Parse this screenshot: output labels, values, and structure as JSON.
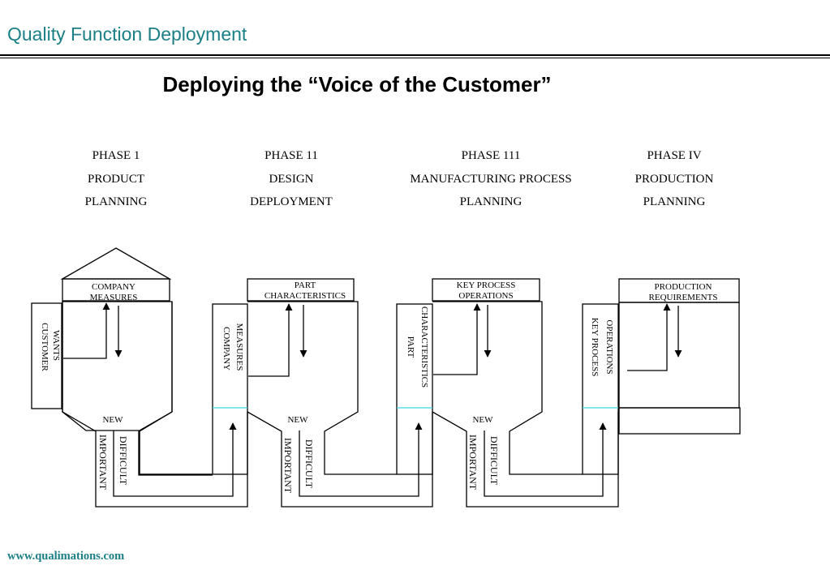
{
  "header": {
    "title": "Quality Function Deployment"
  },
  "heading": "Deploying the “Voice of the Customer”",
  "phases": [
    {
      "lines": [
        "PHASE 1",
        "PRODUCT",
        "PLANNING"
      ]
    },
    {
      "lines": [
        "PHASE 11",
        "DESIGN",
        "DEPLOYMENT"
      ]
    },
    {
      "lines": [
        "PHASE 111",
        "MANUFACTURING PROCESS",
        "PLANNING"
      ]
    },
    {
      "lines": [
        "PHASE IV",
        "PRODUCTION",
        "PLANNING"
      ]
    }
  ],
  "diagram": {
    "p1": {
      "top": [
        "COMPANY",
        "MEASURES"
      ],
      "side": [
        "CUSTOMER",
        "WANTS"
      ],
      "bottom": "NEW",
      "v1": "IMPORTANT",
      "v2": "DIFFICULT"
    },
    "p2": {
      "top": [
        "PART",
        "CHARACTERISTICS"
      ],
      "side": [
        "COMPANY",
        "MEASURES"
      ],
      "bottom": "NEW",
      "v1": "IMPORTANT",
      "v2": "DIFFICULT"
    },
    "p3": {
      "top": [
        "KEY PROCESS",
        "OPERATIONS"
      ],
      "side": [
        "PART",
        "CHARACTERISTICS"
      ],
      "bottom": "NEW",
      "v1": "IMPORTANT",
      "v2": "DIFFICULT"
    },
    "p4": {
      "top": [
        "PRODUCTION",
        "REQUIREMENTS"
      ],
      "side": [
        "KEY PROCESS",
        "OPERATIONS"
      ]
    }
  },
  "footer": "www.qualimations.com",
  "colors": {
    "accent": "#1a7f86",
    "divider": "#3fd6e0"
  }
}
